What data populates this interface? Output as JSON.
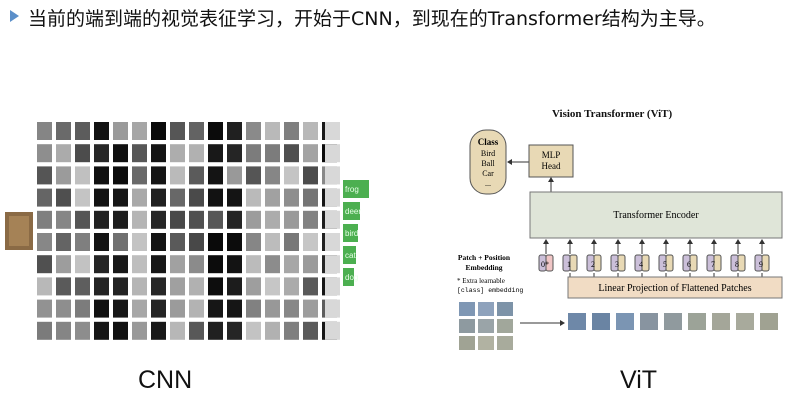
{
  "slide": {
    "headline": "当前的端到端的视觉表征学习，开始于CNN，到现在的Transformer结构为主导。",
    "bullet_color": "#5b8fc9"
  },
  "cnn": {
    "caption": "CNN",
    "labels": [
      "frog",
      "deer",
      "bird",
      "cat",
      "dog"
    ],
    "label_bar_values": [
      1.0,
      0.55,
      0.45,
      0.35,
      0.25
    ],
    "bar_color": "#4caf50"
  },
  "vit": {
    "caption": "ViT",
    "title": "Vision Transformer (ViT)",
    "class_box": {
      "title": "Class",
      "items": [
        "Bird",
        "Ball",
        "Car",
        "..."
      ]
    },
    "mlp_head": [
      "MLP",
      "Head"
    ],
    "encoder": "Transformer Encoder",
    "embedding_label": [
      "Patch + Position",
      "Embedding"
    ],
    "extra_note": [
      "* Extra learnable",
      "[class] embedding"
    ],
    "projection": "Linear Projection of Flattened Patches",
    "tokens": [
      "0*",
      "1",
      "2",
      "3",
      "4",
      "5",
      "6",
      "7",
      "8",
      "9"
    ],
    "colors": {
      "tan": "#e8d9b5",
      "encoder": "#dfe5d8",
      "projection": "#f1dcc4",
      "token_purple": "#cbbfd9",
      "token_pink": "#f0c6c6"
    }
  }
}
